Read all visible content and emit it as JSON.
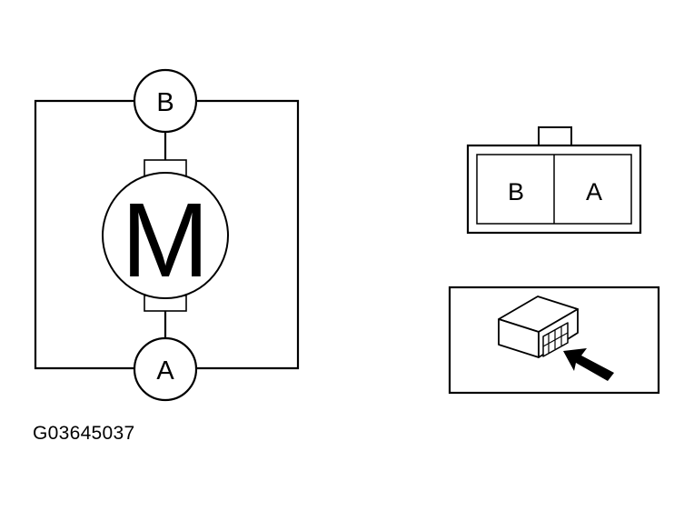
{
  "motor_schematic": {
    "motor_label": "M",
    "terminal_top": "B",
    "terminal_bottom": "A"
  },
  "connector_face": {
    "left_pin": "B",
    "right_pin": "A"
  },
  "locator_view": {
    "arrow_icon": "arrow-pointing-to-connector-icon",
    "component_icon": "module-with-connector-icon"
  },
  "figure_id": "G03645037"
}
